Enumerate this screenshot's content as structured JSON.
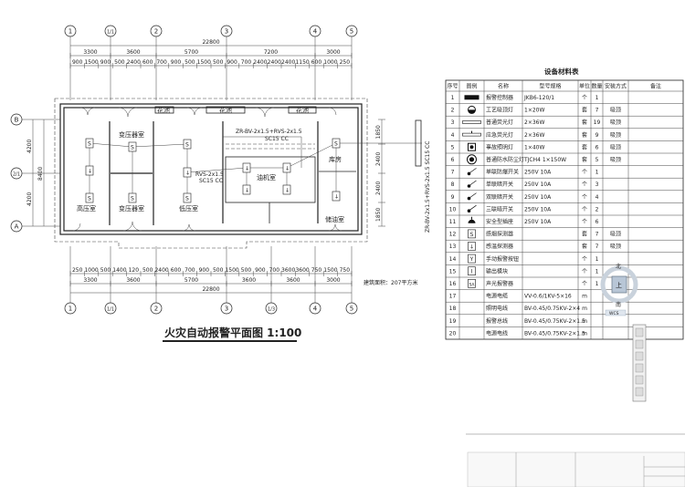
{
  "drawing": {
    "title": "火灾自动报警平面图 1:100",
    "area_note": "建筑面积：207平方米",
    "axes_top": [
      "1",
      "1/1",
      "2",
      "3",
      "4",
      "5"
    ],
    "axes_bottom": [
      "1",
      "1/1",
      "2",
      "3",
      "1/3",
      "4",
      "5"
    ],
    "axes_left": [
      "B",
      "2/1",
      "A"
    ],
    "top_total": "22800",
    "top_spans": [
      "3300",
      "3600",
      "5700",
      "7200",
      "3000"
    ],
    "top_sub": [
      "900",
      "1500",
      "900",
      "500",
      "2400",
      "600",
      "700",
      "900",
      "500",
      "1500",
      "500",
      "900",
      "700",
      "2400",
      "2400",
      "2400",
      "1150",
      "600",
      "1000",
      "250"
    ],
    "bottom_total": "22800",
    "bottom_spans": [
      "3300",
      "3600",
      "5700",
      "3600",
      "3600",
      "3000"
    ],
    "bottom_sub": [
      "250",
      "1000",
      "500",
      "1400",
      "120",
      "500",
      "2400",
      "600",
      "700",
      "900",
      "500",
      "1500",
      "500",
      "900",
      "700",
      "3600",
      "3600",
      "750",
      "1500",
      "750"
    ],
    "left_dims": [
      "4200",
      "8400",
      "4200"
    ],
    "right_dims": [
      "1850",
      "2400",
      "2400",
      "1850"
    ],
    "rooms": [
      "高压室",
      "变压器室",
      "变压器室",
      "低压室",
      "油机室",
      "库房",
      "储油室"
    ],
    "planters": [
      "花池",
      "花池",
      "花池"
    ],
    "cable_note_1": "ZR-BV-2x1.5+RVS-2x1.5",
    "cable_note_1b": "SC15 CC",
    "cable_note_2": "RVS-2x1.5",
    "cable_note_2b": "SC15 CC",
    "riser_note": "ZR-BV-2x1.5+RVS-2x1.5 SC15 CC"
  },
  "table": {
    "title": "设备材料表",
    "headers": [
      "序号",
      "图例",
      "名称",
      "型号规格",
      "单位",
      "数量",
      "安装方式",
      "备注"
    ],
    "rows": [
      [
        "1",
        "panel",
        "报警控制器",
        "JKB6-120/1",
        "个",
        "1",
        "",
        ""
      ],
      [
        "2",
        "half-circle",
        "工艺吸顶灯",
        "1×20W",
        "套",
        "7",
        "吸顶",
        ""
      ],
      [
        "3",
        "tube",
        "普通荧光灯",
        "2×36W",
        "套",
        "19",
        "吸顶",
        ""
      ],
      [
        "4",
        "tube-e",
        "应急荧光灯",
        "2×36W",
        "套",
        "9",
        "吸顶",
        ""
      ],
      [
        "5",
        "square-dot",
        "事故照明灯",
        "1×40W",
        "套",
        "6",
        "吸顶",
        ""
      ],
      [
        "6",
        "circle-dot",
        "普通防水防尘灯",
        "TJCH4  1×150W",
        "套",
        "5",
        "吸顶",
        ""
      ],
      [
        "7",
        "switch",
        "单联防爆开关",
        "250V 10A",
        "个",
        "1",
        "",
        ""
      ],
      [
        "8",
        "switch",
        "单联暗开关",
        "250V 10A",
        "个",
        "3",
        "",
        ""
      ],
      [
        "9",
        "switch",
        "双联暗开关",
        "250V 10A",
        "个",
        "4",
        "",
        ""
      ],
      [
        "10",
        "switch",
        "三联暗开关",
        "250V 10A",
        "个",
        "2",
        "",
        ""
      ],
      [
        "11",
        "socket",
        "安全型插座",
        "250V 10A",
        "个",
        "6",
        "",
        ""
      ],
      [
        "12",
        "S",
        "感烟探测器",
        "",
        "套",
        "7",
        "吸顶",
        ""
      ],
      [
        "13",
        "T",
        "感温探测器",
        "",
        "套",
        "7",
        "吸顶",
        ""
      ],
      [
        "14",
        "Y",
        "手动报警按钮",
        "",
        "个",
        "1",
        "",
        ""
      ],
      [
        "15",
        "I",
        "输出模块",
        "",
        "个",
        "1",
        "",
        ""
      ],
      [
        "16",
        "SA",
        "声光报警器",
        "",
        "个",
        "1",
        "",
        ""
      ],
      [
        "17",
        "",
        "电源电缆",
        "VV-0.6/1KV-5×16",
        "m",
        "",
        "",
        ""
      ],
      [
        "18",
        "",
        "照明电线",
        "BV-0.45/0.75KV-2×4",
        "m",
        "",
        "",
        ""
      ],
      [
        "19",
        "",
        "报警总线",
        "BV-0.45/0.75KV-2×1.5",
        "m",
        "",
        "",
        ""
      ],
      [
        "20",
        "",
        "电源电线",
        "BV-0.45/0.75KV-2×1.5",
        "m",
        "",
        "",
        ""
      ]
    ]
  },
  "viewcube": {
    "north": "北",
    "south": "南",
    "face": "上",
    "wcs": "WCS"
  }
}
